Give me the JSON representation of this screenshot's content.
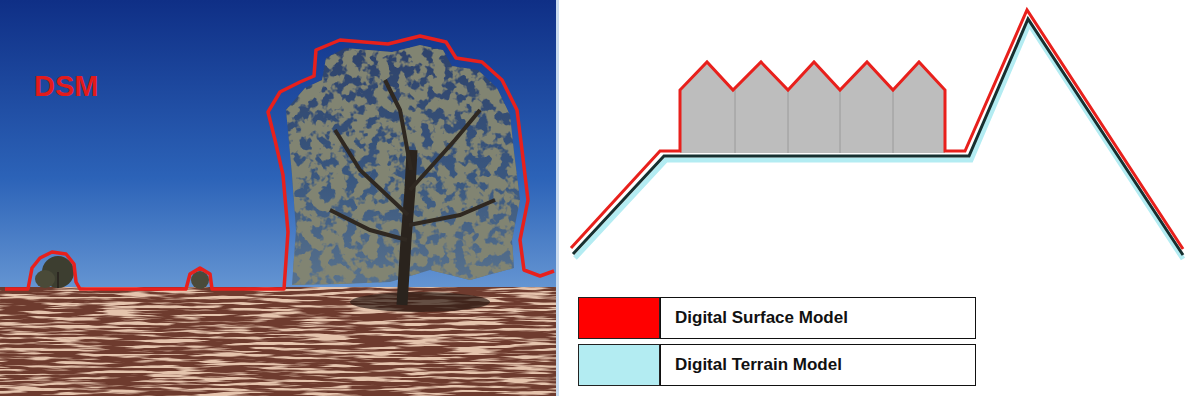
{
  "diagram": {
    "labels": [
      "DSM"
    ],
    "legend": [
      {
        "text": "Digital Surface Model",
        "color": "#ff0000"
      },
      {
        "text": "Digital Terrain Model",
        "color": "#b3ecf2"
      }
    ]
  }
}
